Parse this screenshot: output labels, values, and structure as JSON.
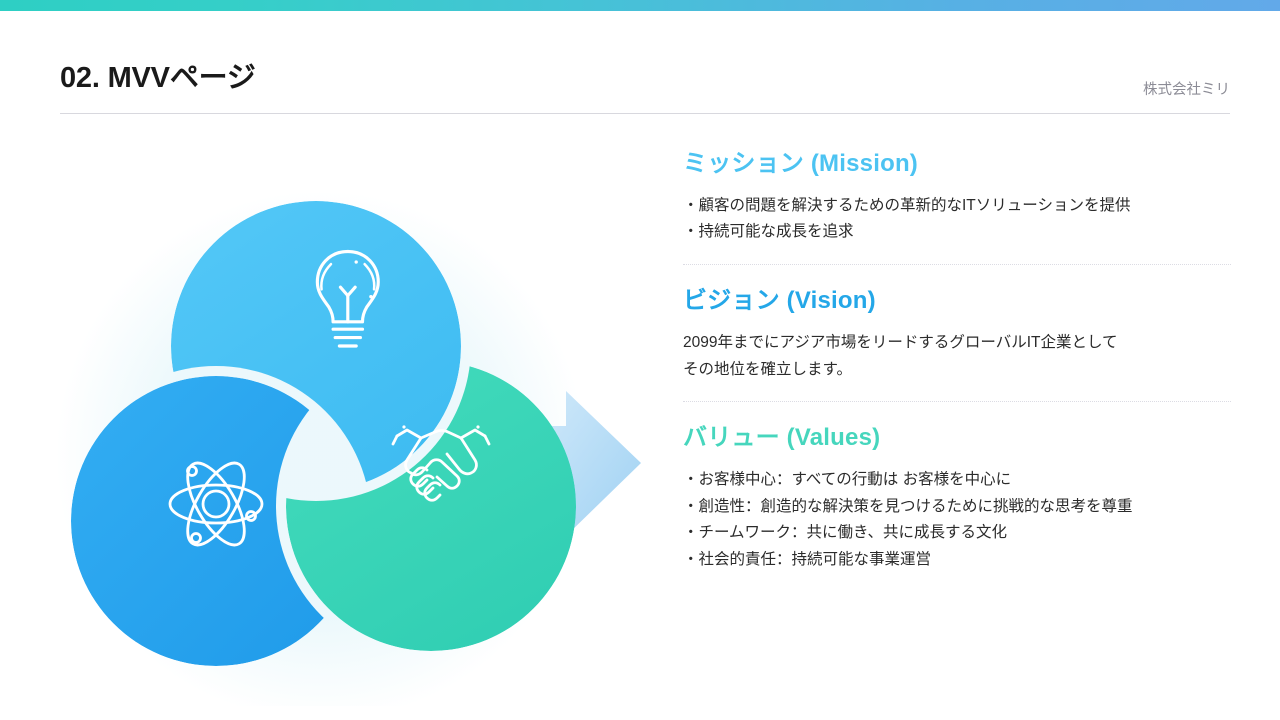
{
  "theme": {
    "bar_gradient_start": "#2ecfc4",
    "bar_gradient_end": "#62a9e9",
    "mission_color": "#4cc3f2",
    "vision_color": "#24a7e8",
    "values_color": "#46d6bd",
    "circle_top_color": "#4cc3f2",
    "circle_left_color": "#2ba7f0",
    "circle_right_color": "#3dd6b8",
    "arrow_color": "#bfe0f7",
    "text_color": "#2b2b2b"
  },
  "header": {
    "page_title": "02. MVVページ",
    "company_name": "株式会社ミリ"
  },
  "diagram": {
    "circles": [
      {
        "id": "top",
        "icon": "lightbulb-icon",
        "color": "#4cc3f2"
      },
      {
        "id": "left",
        "icon": "atom-icon",
        "color": "#2ba7f0"
      },
      {
        "id": "right",
        "icon": "handshake-icon",
        "color": "#3dd6b8"
      }
    ],
    "arrow": {
      "icon": "arrow-right-icon",
      "color": "#bfe0f7"
    }
  },
  "sections": [
    {
      "id": "mission",
      "title": "ミッション (Mission)",
      "lines": [
        "・顧客の問題を解決するための革新的なITソリューションを提供",
        "・持続可能な成長を追求"
      ]
    },
    {
      "id": "vision",
      "title": "ビジョン (Vision)",
      "lines": [
        "2099年までにアジア市場をリードするグローバルIT企業として",
        "その地位を確立します。"
      ]
    },
    {
      "id": "values",
      "title": "バリュー (Values)",
      "lines": [
        "・お客様中心：すべての行動は お客様を中心に",
        "・創造性：創造的な解決策を見つけるために挑戦的な思考を尊重",
        "・チームワーク：共に働き、共に成長する文化",
        "・社会的責任：持続可能な事業運営"
      ]
    }
  ]
}
